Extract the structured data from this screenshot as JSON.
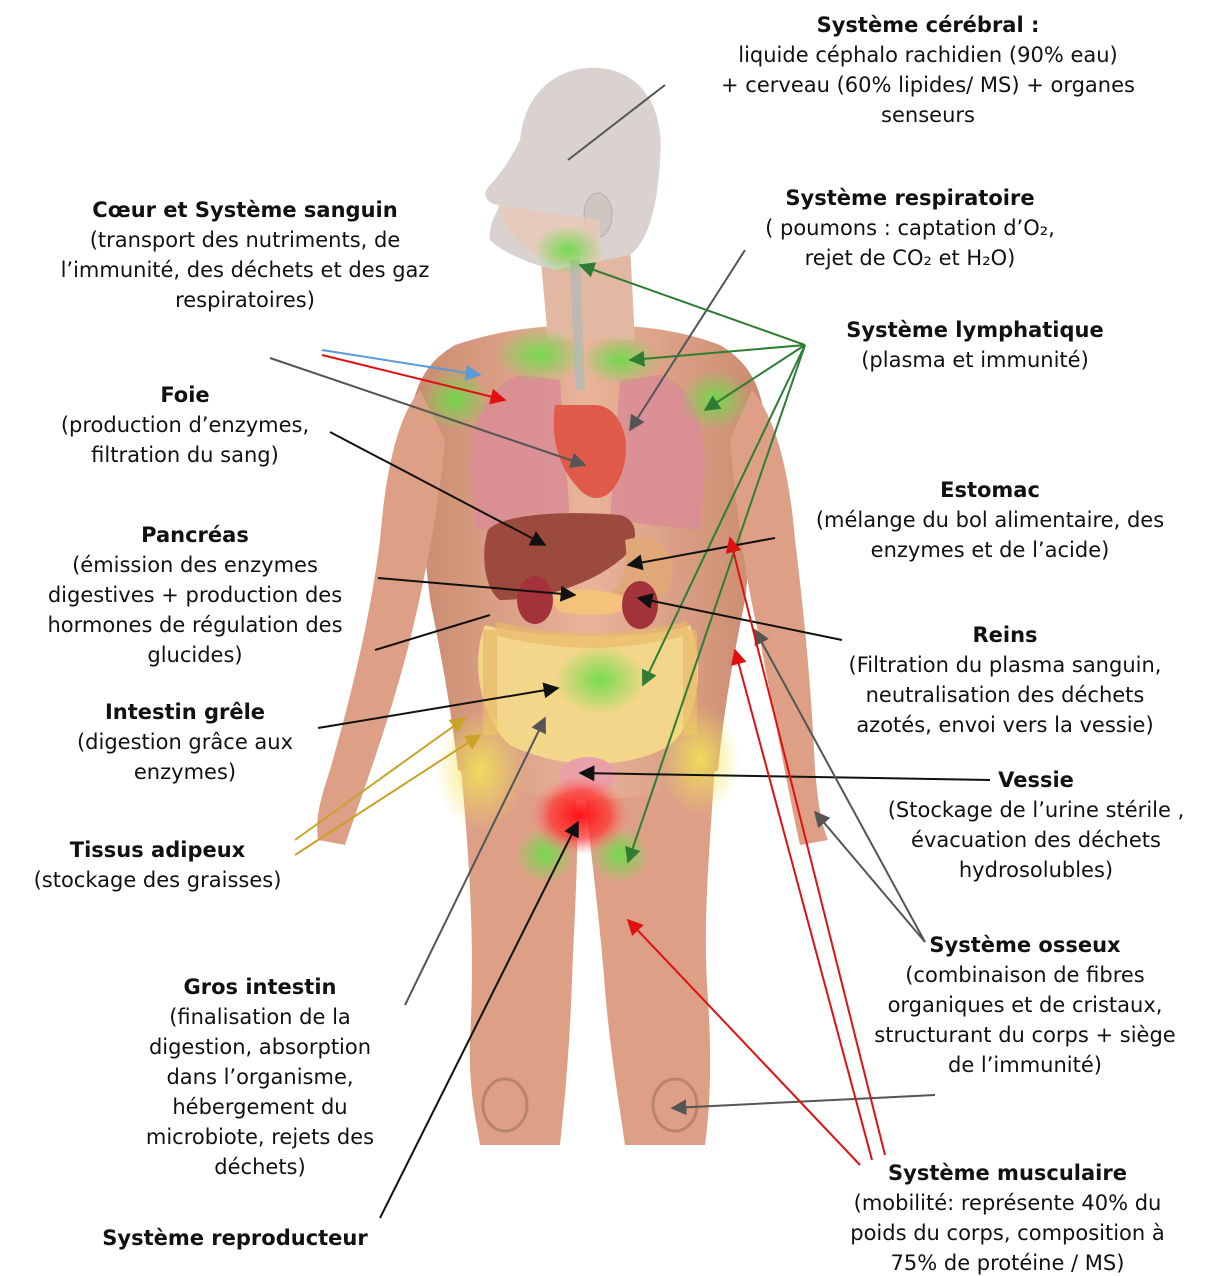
{
  "labels": {
    "cerebral": {
      "title": "Système cérébral :",
      "lines": [
        "liquide céphalo rachidien (90% eau)",
        "+ cerveau (60% lipides/ MS) + organes",
        "senseurs"
      ]
    },
    "coeur": {
      "title": "Cœur et Système sanguin",
      "lines": [
        "(transport des nutriments, de",
        "l’immunité, des déchets et des gaz",
        "respiratoires)"
      ]
    },
    "respiratoire": {
      "title": "Système respiratoire",
      "lines": [
        "( poumons : captation d’O₂,",
        "rejet de CO₂ et H₂O)"
      ]
    },
    "lymphatique": {
      "title": "Système lymphatique",
      "lines": [
        "(plasma et immunité)"
      ]
    },
    "foie": {
      "title": "Foie",
      "lines": [
        "(production d’enzymes,",
        "filtration du sang)"
      ]
    },
    "estomac": {
      "title": "Estomac",
      "lines": [
        "(mélange du bol alimentaire, des",
        "enzymes et de l’acide)"
      ]
    },
    "pancreas": {
      "title": "Pancréas",
      "lines": [
        "(émission des enzymes",
        "digestives + production des",
        "hormones de régulation des",
        "glucides)"
      ]
    },
    "reins": {
      "title": "Reins",
      "lines": [
        "(Filtration du plasma sanguin,",
        "neutralisation des déchets",
        "azotés, envoi vers  la vessie)"
      ]
    },
    "intestin_grele": {
      "title": "Intestin grêle",
      "lines": [
        "(digestion grâce aux",
        "enzymes)"
      ]
    },
    "vessie": {
      "title": "Vessie",
      "lines": [
        "(Stockage de l’urine  stérile ,",
        "évacuation des déchets",
        "hydrosolubles)"
      ]
    },
    "tissus": {
      "title": "Tissus adipeux",
      "lines": [
        "(stockage des graisses)"
      ]
    },
    "osseux": {
      "title": "Système osseux",
      "lines": [
        "(combinaison de fibres",
        "organiques et de cristaux,",
        "structurant  du corps + siège",
        "de l’immunité)"
      ]
    },
    "gros_intestin": {
      "title": "Gros intestin",
      "lines": [
        "(finalisation de la",
        "digestion, absorption",
        "dans l’organisme,",
        "hébergement du",
        "microbiote, rejets des",
        "déchets)"
      ]
    },
    "musculaire": {
      "title": "Système musculaire",
      "lines": [
        "(mobilité: représente 40% du",
        "poids du corps, composition à",
        "75% de protéine / MS)"
      ]
    },
    "reproducteur": {
      "title": "Système reproducteur",
      "lines": []
    }
  },
  "colors": {
    "skin": "#e8b49a",
    "muscle": "#d9967c",
    "head_grey": "#d9d2cf",
    "lung": "#d98c95",
    "liver": "#9b4a3d",
    "intestine": "#f3d88a",
    "lymph_green": "#7ddc5a",
    "bladder_red": "#ff2020",
    "arrow_black": "#111111",
    "arrow_green": "#2e7d32",
    "arrow_red": "#e01010",
    "arrow_gold": "#c9a227",
    "arrow_blue": "#5a9bd5",
    "arrow_grey": "#555555"
  }
}
